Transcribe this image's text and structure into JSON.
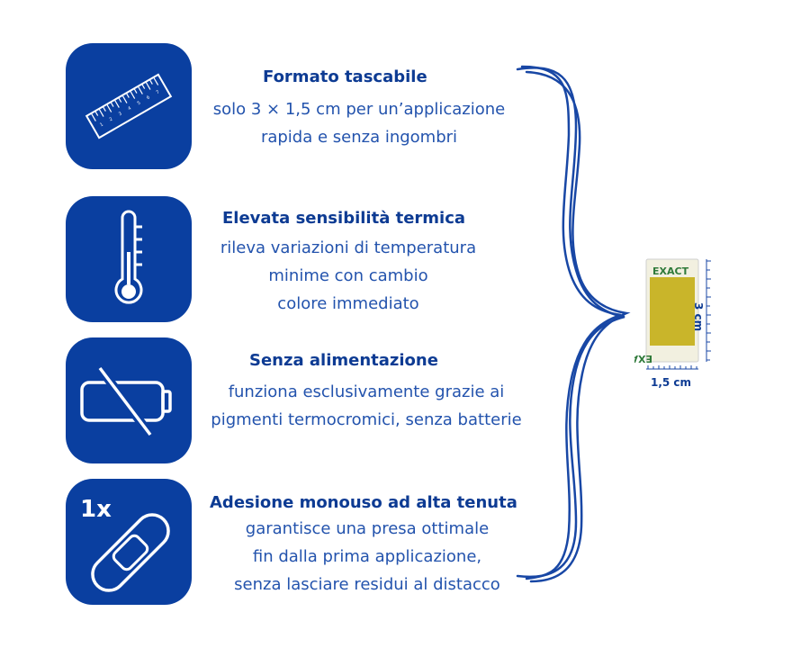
{
  "features": [
    {
      "icon": "ruler-icon",
      "title": "Formato tascabile",
      "lines": [
        "solo 3 × 1,5 cm per un’applicazione",
        "rapida e senza ingombri"
      ]
    },
    {
      "icon": "thermometer-icon",
      "title": "Elevata sensibilità termica",
      "lines": [
        "rileva variazioni di temperatura",
        "minime con cambio",
        "colore immediato"
      ]
    },
    {
      "icon": "no-battery-icon",
      "title": "Senza alimentazione",
      "lines": [
        "funziona esclusivamente grazie ai",
        "pigmenti termocromici, senza batterie"
      ]
    },
    {
      "icon": "bandage-icon",
      "icon_text": "1x",
      "title": "Adesione monouso ad alta tenuta",
      "lines": [
        "garantisce una presa ottimale",
        "fin dalla prima applicazione,",
        "senza lasciare residui al distacco"
      ]
    }
  ],
  "ruler_digits": [
    "1",
    "2",
    "3",
    "4",
    "5",
    "6",
    "7"
  ],
  "product": {
    "brand": "EXACT",
    "height_label": "3 cm",
    "width_label": "1,5 cm",
    "strip_color": "#c9b52a"
  },
  "colors": {
    "tile": "#0a3fa0",
    "title": "#0d3b93",
    "text": "#2353ad",
    "brace": "#1847a5"
  }
}
